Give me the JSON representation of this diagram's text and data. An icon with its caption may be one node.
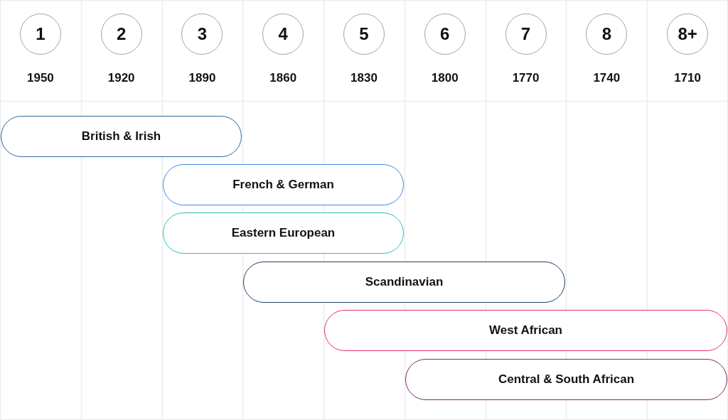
{
  "diagram": {
    "nodes": [
      {
        "text": [
          "1"
        ],
        "beside": [
          "1950"
        ]
      },
      {
        "text": [
          "2"
        ],
        "beside": [
          "1920"
        ]
      },
      {
        "text": [
          "3"
        ],
        "beside": [
          "1890"
        ]
      },
      {
        "text": [
          "4"
        ],
        "beside": [
          "1860"
        ]
      },
      {
        "text": [
          "5"
        ],
        "beside": [
          "1830"
        ]
      },
      {
        "text": [
          "6"
        ],
        "beside": [
          "1800"
        ]
      },
      {
        "text": [
          "7"
        ],
        "beside": [
          "1770"
        ]
      },
      {
        "text": [
          "8"
        ],
        "beside": [
          "1740"
        ]
      },
      {
        "text": [
          "8+"
        ],
        "beside": [
          "1710"
        ]
      },
      {
        "text": [
          "British & Irish"
        ]
      },
      {
        "text": [
          "French & German"
        ]
      },
      {
        "text": [
          "Eastern European"
        ]
      },
      {
        "text": [
          "Scandinavian"
        ]
      },
      {
        "text": [
          "West African"
        ]
      },
      {
        "text": [
          "Central & South African"
        ]
      }
    ]
  }
}
